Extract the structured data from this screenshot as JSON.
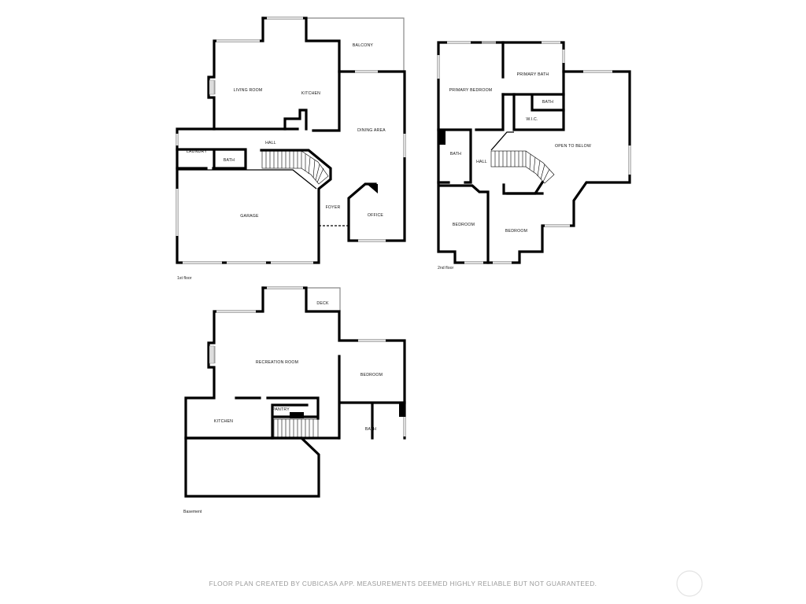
{
  "floors": {
    "first": {
      "label": "1st floor",
      "rooms": {
        "balcony": "BALCONY",
        "living_room": "LIVING ROOM",
        "kitchen": "KITCHEN",
        "dining_area": "DINING AREA",
        "laundry": "LAUNDRY",
        "hall": "HALL",
        "bath": "BATH",
        "garage": "GARAGE",
        "foyer": "FOYER",
        "office": "OFFICE"
      }
    },
    "second": {
      "label": "2nd floor",
      "rooms": {
        "primary_bedroom": "PRIMARY BEDROOM",
        "primary_bath": "PRIMARY BATH",
        "bath_small": "BATH",
        "wic": "W.I.C.",
        "bath": "BATH",
        "hall": "HALL",
        "open_to_below": "OPEN TO BELOW",
        "bedroom_left": "BEDROOM",
        "bedroom_right": "BEDROOM"
      }
    },
    "basement": {
      "label": "Basement",
      "rooms": {
        "deck": "DECK",
        "recreation_room": "RECREATION ROOM",
        "bedroom": "BEDROOM",
        "pantry": "PANTRY",
        "kitchen": "KITCHEN",
        "bath": "BATH"
      }
    }
  },
  "footer": {
    "disclaimer": "FLOOR PLAN CREATED BY CUBICASA APP. MEASUREMENTS DEEMED HIGHLY RELIABLE BUT NOT GUARANTEED."
  }
}
